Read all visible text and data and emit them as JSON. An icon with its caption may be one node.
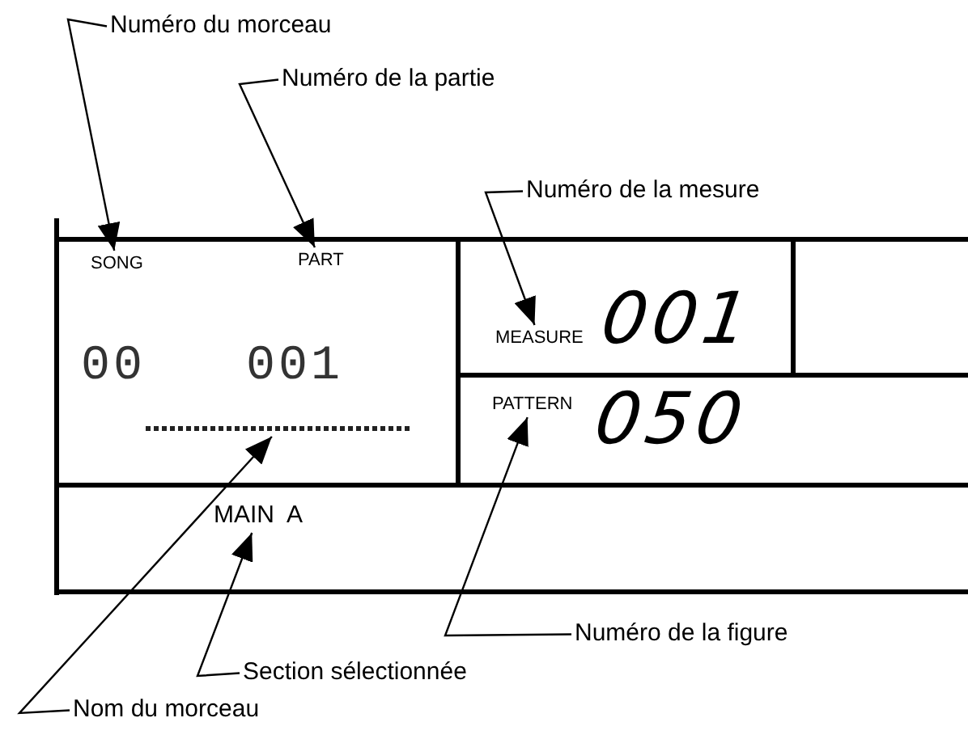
{
  "diagram": {
    "nodes": [
      {
        "text": [
          "Numéro du morceau"
        ]
      },
      {
        "text": [
          "Numéro de la partie"
        ]
      },
      {
        "text": [
          "Numéro de la mesure"
        ]
      },
      {
        "text": [
          "SONG"
        ]
      },
      {
        "text": [
          "PART"
        ]
      },
      {
        "text": [
          "MEASURE"
        ]
      },
      {
        "text": [
          "PATTERN"
        ]
      },
      {
        "text": [],
        "shape": "bar"
      },
      {
        "text": [
          "MAIN  A"
        ]
      },
      {
        "text": [
          "Numéro de la figure"
        ]
      },
      {
        "text": [
          "Section sélectionnée"
        ]
      },
      {
        "text": [
          "Nom du morceau"
        ]
      }
    ],
    "edges": [
      {
        "from": 0,
        "to": 3,
        "arrow": "to"
      },
      {
        "from": 1,
        "to": 4,
        "arrow": "to"
      },
      {
        "from": 2,
        "to": 5,
        "arrow": "to"
      },
      {
        "from": 9,
        "to": 6,
        "arrow": "to"
      },
      {
        "from": 10,
        "to": 8,
        "arrow": "to"
      },
      {
        "from": 11,
        "to": 7,
        "arrow": "to"
      }
    ],
    "labels": [
      "00",
      "001",
      "001",
      "050"
    ]
  }
}
